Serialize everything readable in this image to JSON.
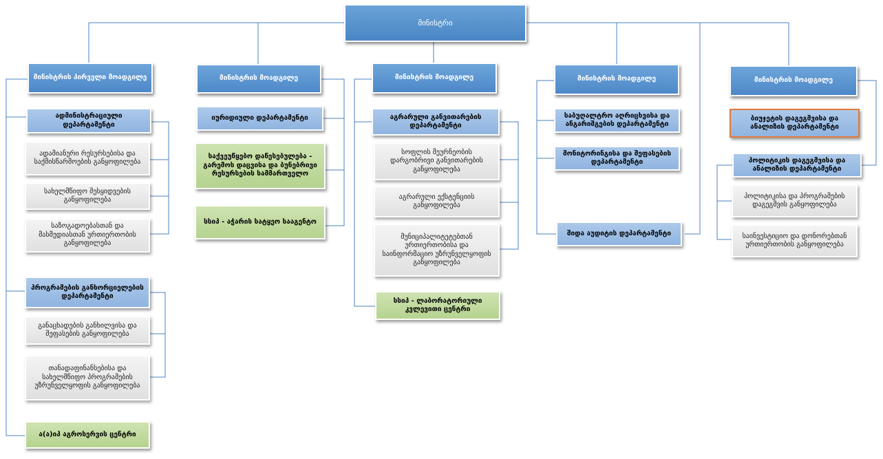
{
  "minister": "მინისტრი",
  "col1": {
    "head": "მინისტრის პირველი მოადგილე",
    "admin_dept": "ადმინისტრაციული დეპარტამენტი",
    "admin_sub": [
      "ადამიანური რესურსებისა და საქმისწარმოების განყოფილება",
      "სახელმწიფო შესყიდვების განყოფილება",
      "საზოგადოებასთან და მასმედიასთან ურთიერთობის განყოფილება"
    ],
    "prog_dept": "პროგრამების განხორციელების დეპარტამენტი",
    "prog_sub": [
      "განაცხადების განხილვისა და შეფასების განყოფილება",
      "თანადაფინანსებისა და სახელმწიფო პროგრამების უზრუნველყოფის განყოფილება"
    ],
    "agro_center": "ა(ა)იპ აგროსერვის ცენტრი"
  },
  "col2": {
    "head": "მინისტრის მოადგილე",
    "items": [
      "იურიდიული დეპარტამენტი",
      "საქვეუწყებო დაწესებულება - გარემოს დაცვისა და ბუნებრივი რესურსების სამმართველო",
      "სსიპ - აჭარის სატყეო სააგენტო"
    ]
  },
  "col3": {
    "head": "მინისტრის მოადგილე",
    "agr_dept": "აგრარული განვითარების დეპარტამენტი",
    "sub": [
      "სოფლის მეურნეობის დარგობრივი განვითარების განყოფილება",
      "აგრარული ექსტენციის განყოფილება",
      "მუნიციპალიტეტებთან ურთიერთობისა და საინფორმაციო უზრუნველყოფის განყოფილება"
    ],
    "lab": "სსიპ - ლაბორატორიული კვლევითი ცენტრი"
  },
  "col4": {
    "head": "მინისტრის მოადგილე",
    "items": [
      "საბუღალტრო აღრიცხვისა და ანგარიშგების დეპარტამენტი",
      "მონიტორინგისა და შეფასების დეპარტამენტი",
      "შიდა აუდიტის დეპარტამენტი"
    ]
  },
  "col5": {
    "head": "მინისტრის მოადგილე",
    "budget_dept": "ბიუჯეტის დაგეგმვისა და ანალიზის დეპარტამენტი",
    "policy_dept": "პოლიტიკის დაგეგმვისა და ანალიზის დეპარტამენტი",
    "sub": [
      "პოლიტიკისა და პროგრამების დაგეგმვის განყოფილება",
      "საინვესტიციო და დონორებთან ურთიერთობის განყოფილება"
    ]
  },
  "colors": {
    "line": "#4a80c0",
    "dark_blue": "#4d88c8",
    "light_blue": "#9bbde5",
    "gray": "#e6e6e6",
    "green": "#c2db9f",
    "orange_border": "#e07a3a"
  }
}
